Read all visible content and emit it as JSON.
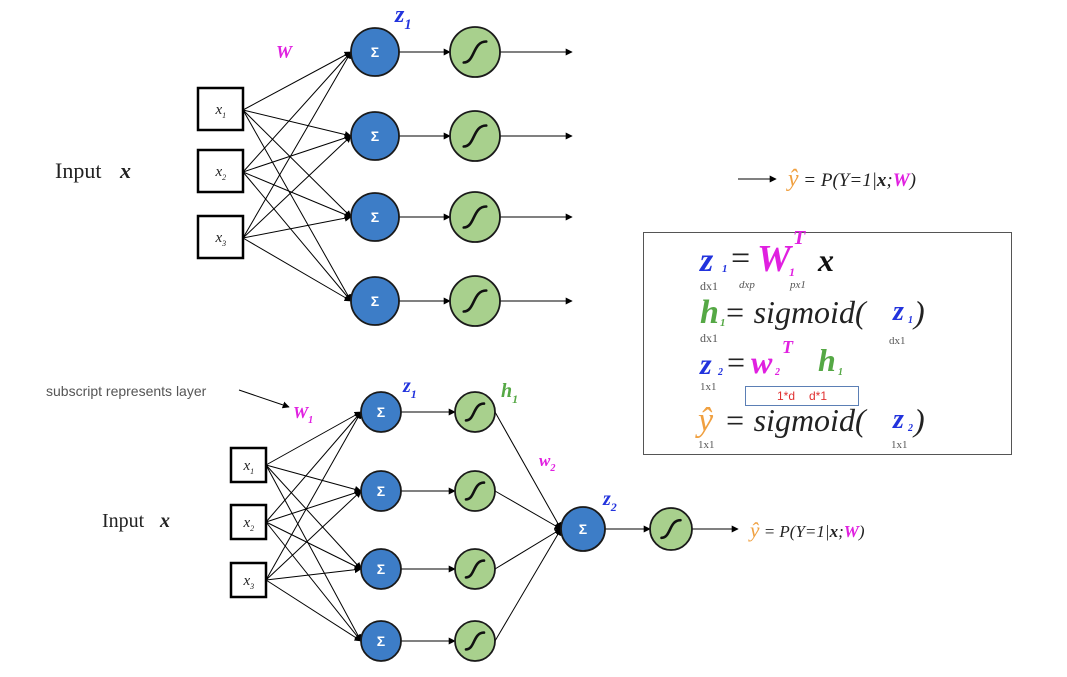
{
  "colors": {
    "sum_node_fill": "#3d7dc7",
    "sig_node_fill": "#a8d08d",
    "magenta": "#e020e0",
    "blue": "#2233dd",
    "green": "#55a845",
    "orange": "#f0a040",
    "dim_red": "#e03030"
  },
  "icons": {
    "sum_node": "sigma-icon",
    "activation_node": "sigmoid-curve-icon"
  },
  "top_network": {
    "input_label_text": "Input ",
    "input_label_var": "x",
    "inputs": [
      {
        "var": "x",
        "sub": "1"
      },
      {
        "var": "x",
        "sub": "2"
      },
      {
        "var": "x",
        "sub": "3"
      }
    ],
    "weight_label": "W",
    "z_label": {
      "var": "z",
      "sub": "1"
    },
    "sum_symbol": "Σ",
    "output": {
      "yhat": "ŷ",
      "eq": " = P(Y=1|",
      "x": "x",
      "semi": ";",
      "w": "W",
      "close": ")"
    }
  },
  "bottom_network": {
    "annotation": "subscript represents layer",
    "input_label_text": "Input ",
    "input_label_var": "x",
    "inputs": [
      {
        "var": "x",
        "sub": "1"
      },
      {
        "var": "x",
        "sub": "2"
      },
      {
        "var": "x",
        "sub": "3"
      }
    ],
    "w1_label": {
      "var": "W",
      "sub": "1"
    },
    "z1_label": {
      "var": "z",
      "sub": "1"
    },
    "h1_label": {
      "var": "h",
      "sub": "1"
    },
    "w2_label": {
      "var": "w",
      "sub": "2"
    },
    "z2_label": {
      "var": "z",
      "sub": "2"
    },
    "sum_symbol": "Σ",
    "output": {
      "yhat": "ŷ",
      "eq": " = P(Y=1|",
      "x": "x",
      "semi": ";",
      "w": "W",
      "close": ")"
    }
  },
  "equations": {
    "line1": {
      "lhs": "z",
      "lhs_sub": "1",
      "lhs_dim": "dx1",
      "eq": "=",
      "w": "W",
      "w_sub": "1",
      "w_sup": "T",
      "w_dim": "dxp",
      "x": "x",
      "x_dim": "px1"
    },
    "line2": {
      "lhs": "h",
      "lhs_sub": "1",
      "lhs_dim": "dx1",
      "rhs": "= sigmoid(",
      "arg": "z",
      "arg_sub": "1",
      "close": ")",
      "arg_dim": "dx1"
    },
    "line3": {
      "lhs": "z",
      "lhs_sub": "2",
      "lhs_dim": "1x1",
      "eq": "=",
      "w": "w",
      "w_sub": "2",
      "w_sup": "T",
      "h": "h",
      "h_sub": "1"
    },
    "line4": {
      "lhs": "ŷ",
      "lhs_dim": "1x1",
      "rhs": "= sigmoid(",
      "arg": "z",
      "arg_sub": "2",
      "close": ")",
      "arg_dim": "1x1"
    },
    "dim_notes": [
      "1*d",
      "d*1"
    ]
  }
}
